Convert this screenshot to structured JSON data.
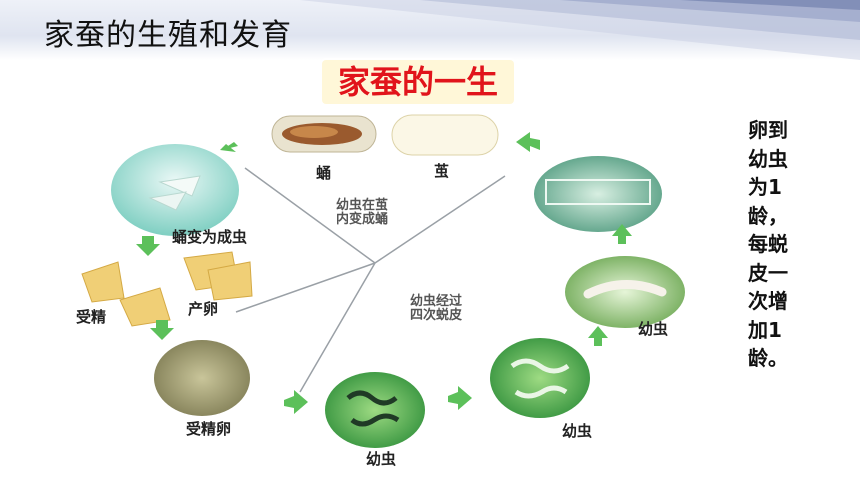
{
  "header": {
    "title": "家蚕的生殖和发育"
  },
  "banner": {
    "title": "家蚕的一生"
  },
  "stages": {
    "pupa": "蛹",
    "cocoon": "茧",
    "pupa_to_adult": "蛹变为成虫",
    "fertilization": "受精",
    "egg_laying": "产卵",
    "fertilized_egg": "受精卵",
    "larva_1": "幼虫",
    "larva_2": "幼虫",
    "larva_3": "幼虫"
  },
  "notes": {
    "cocoon_line1": "幼虫在茧",
    "cocoon_line2": "内变成蛹",
    "molt_line1": "幼虫经过",
    "molt_line2": "四次蜕皮"
  },
  "side_note": "卵到幼虫为1龄，每蜕皮一次增加1龄。",
  "colors": {
    "title_red": "#e1141b",
    "arrow_green": "#5cc05a"
  }
}
